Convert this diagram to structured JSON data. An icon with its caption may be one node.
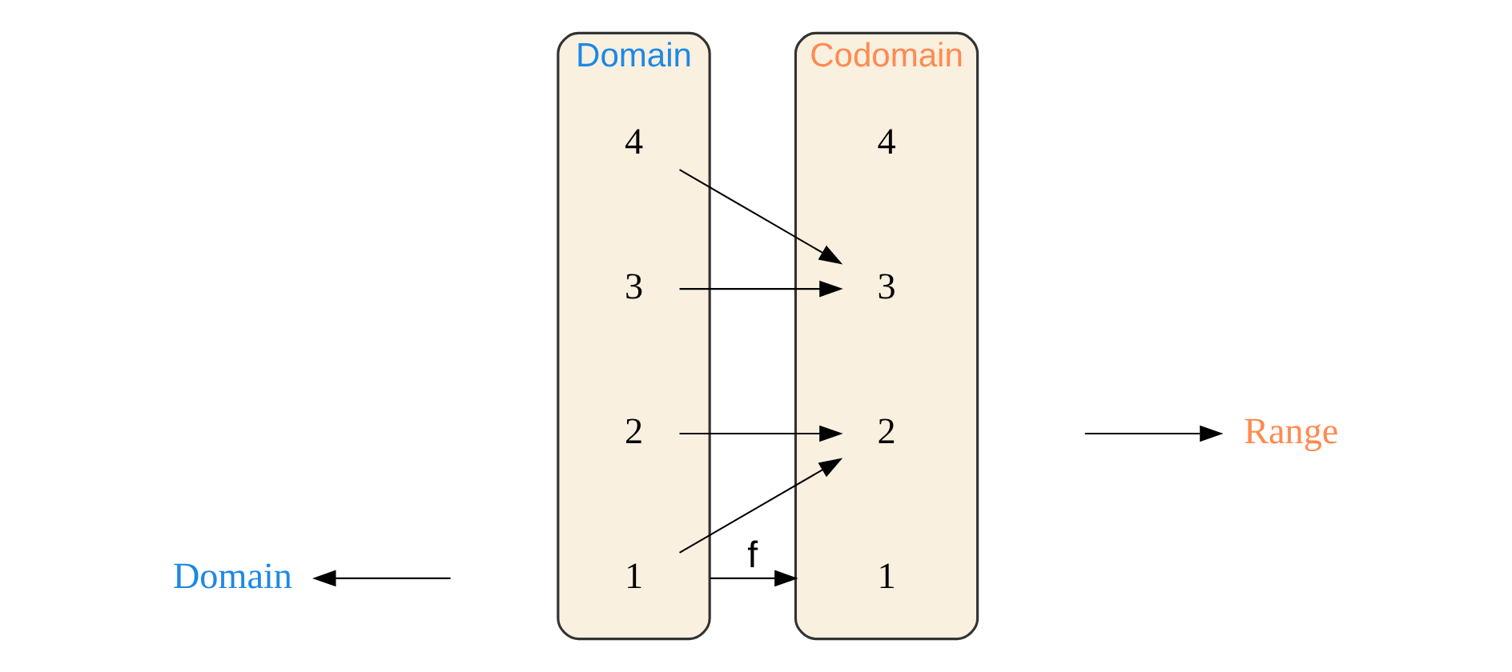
{
  "diagram": {
    "nodes": [
      {
        "text": [
          "Domain"
        ]
      },
      {
        "text": [
          "Codomain"
        ]
      },
      {
        "text": [
          "1"
        ],
        "in": 0
      },
      {
        "text": [
          "2"
        ],
        "in": 0
      },
      {
        "text": [
          "3"
        ],
        "in": 0
      },
      {
        "text": [
          "4"
        ],
        "in": 0
      },
      {
        "text": [
          "1"
        ],
        "in": 1
      },
      {
        "text": [
          "2"
        ],
        "in": 1
      },
      {
        "text": [
          "3"
        ],
        "in": 1
      },
      {
        "text": [
          "4"
        ],
        "in": 1
      },
      {
        "text": [
          "Domain"
        ]
      },
      {
        "text": [
          "Range"
        ]
      }
    ],
    "edges": [
      {
        "from": 0,
        "to": 1,
        "arrow": "to",
        "label": "f"
      },
      {
        "from": 2,
        "to": 7,
        "arrow": "to"
      },
      {
        "from": 3,
        "to": 7,
        "arrow": "to"
      },
      {
        "from": 4,
        "to": 8,
        "arrow": "to"
      },
      {
        "from": 5,
        "to": 8,
        "arrow": "to"
      },
      {
        "from": null,
        "to": 10,
        "arrow": "to"
      },
      {
        "from": null,
        "to": 11,
        "arrow": "to"
      }
    ]
  }
}
